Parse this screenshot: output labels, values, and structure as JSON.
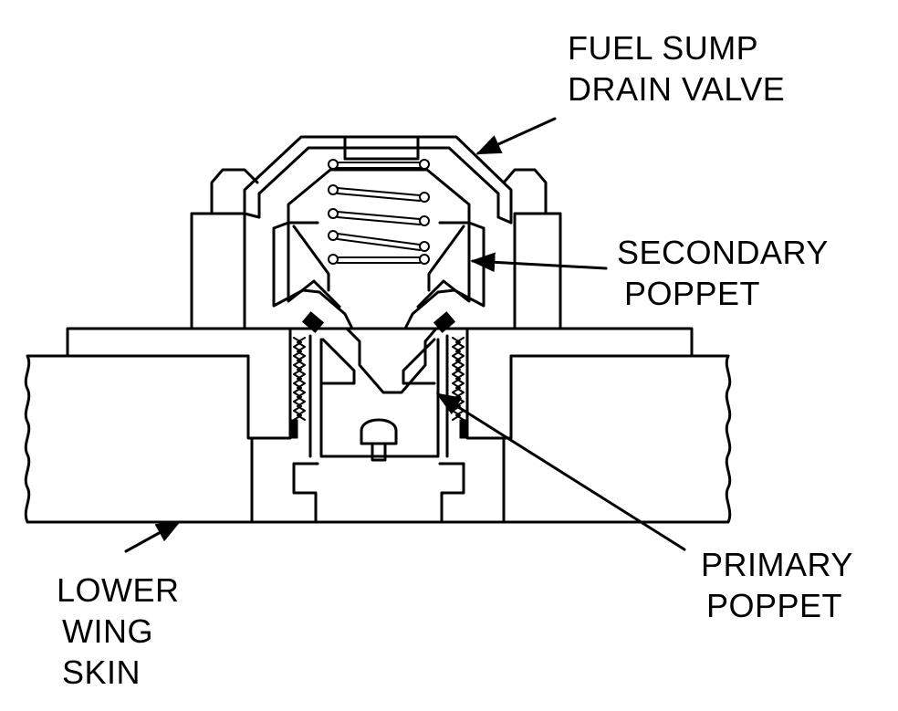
{
  "labels": {
    "fuel_sump_drain_valve": [
      "FUEL SUMP",
      "DRAIN VALVE"
    ],
    "secondary_poppet": [
      "SECONDARY",
      "POPPET"
    ],
    "primary_poppet": [
      "PRIMARY",
      "POPPET"
    ],
    "lower_wing_skin": [
      "LOWER",
      "WING",
      "SKIN"
    ]
  }
}
